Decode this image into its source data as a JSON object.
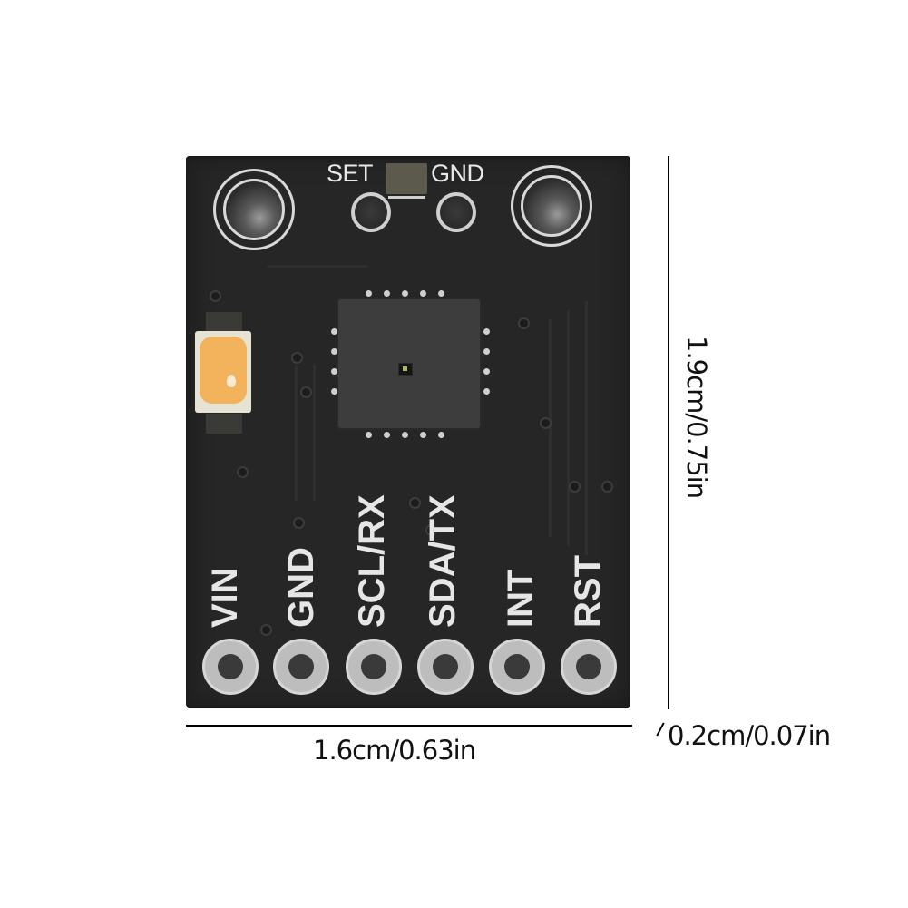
{
  "product": {
    "type": "sensor-breakout-board",
    "board_color": "#262626",
    "silkscreen_color": "#e9e9e9",
    "led_color": "#f2b35c"
  },
  "board": {
    "top_labels": {
      "left": "SET",
      "right": "GND"
    },
    "pins": [
      {
        "label": "VIN"
      },
      {
        "label": "GND"
      },
      {
        "label": "SCL/RX"
      },
      {
        "label": "SDA/TX"
      },
      {
        "label": "INT"
      },
      {
        "label": "RST"
      }
    ]
  },
  "dimensions": {
    "width": "1.6cm/0.63in",
    "height": "1.9cm/0.75in",
    "thickness": "0.2cm/0.07in"
  }
}
